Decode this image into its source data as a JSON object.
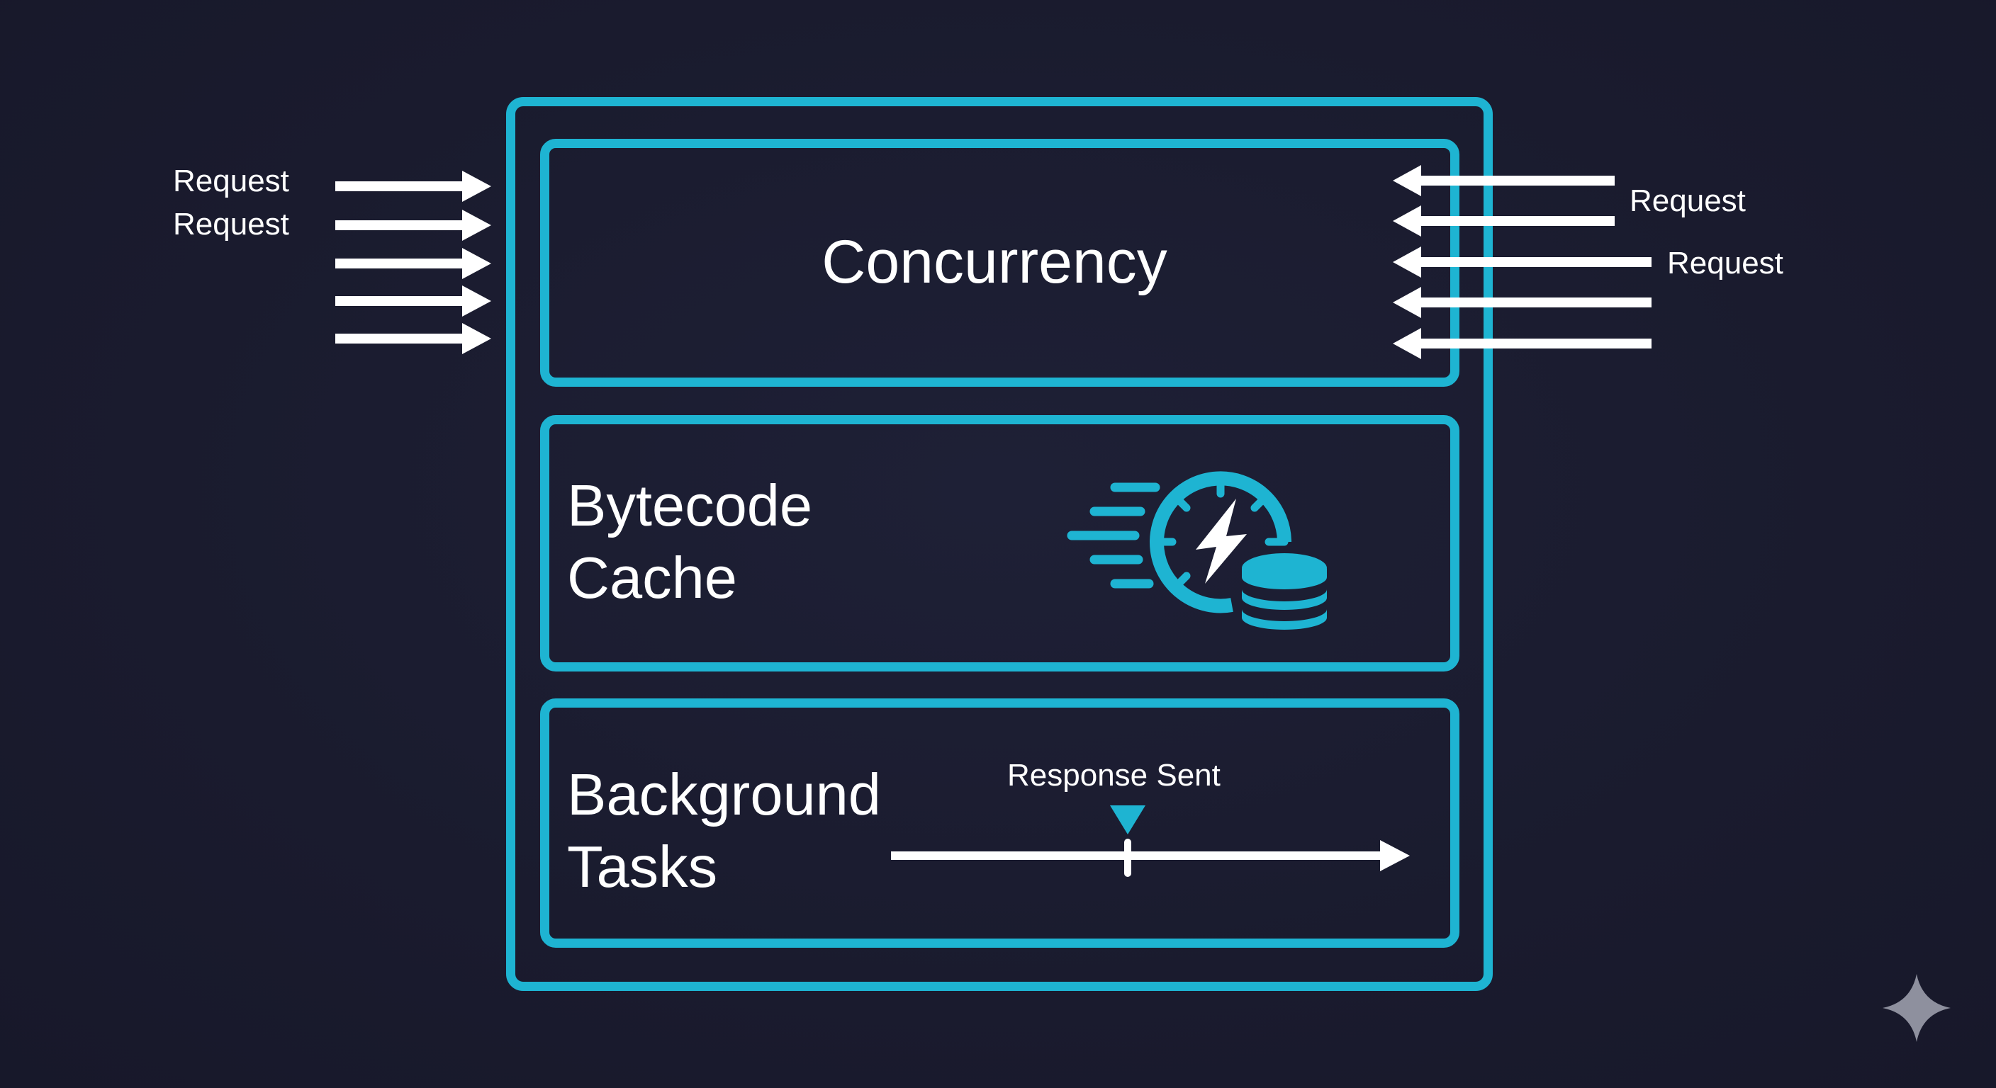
{
  "colors": {
    "background": "#1b1c30",
    "accent": "#1eb4d2",
    "text": "#ffffff",
    "watermark": "#8e909e"
  },
  "incoming_left": {
    "labels": [
      "Request",
      "Request"
    ],
    "arrow_count": 5
  },
  "incoming_right": {
    "labels": [
      "Request",
      "Request"
    ],
    "arrow_count": 5
  },
  "sections": {
    "concurrency": {
      "title": "Concurrency"
    },
    "bytecode_cache": {
      "title_lines": [
        "Bytecode",
        "Cache"
      ],
      "icon": "speed-dial-database-icon"
    },
    "background_tasks": {
      "title_lines": [
        "Background",
        "Tasks"
      ],
      "timeline": {
        "marker_label": "Response Sent",
        "marker_icon": "triangle-down-marker-icon"
      }
    }
  },
  "watermark": {
    "icon": "sparkle-icon"
  }
}
